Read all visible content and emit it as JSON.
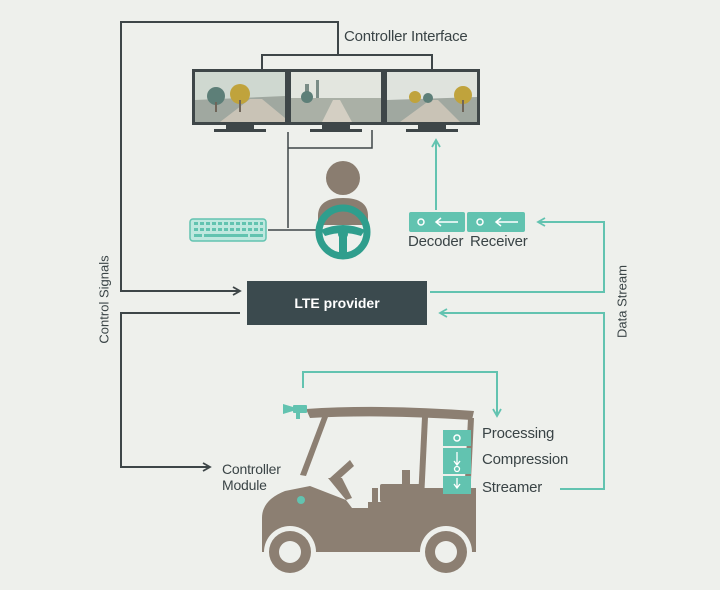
{
  "labels": {
    "controller_interface": "Controller Interface",
    "decoder": "Decoder",
    "receiver": "Receiver",
    "lte_provider": "LTE provider",
    "control_signals": "Control Signals",
    "data_stream": "Data Stream",
    "processing": "Processing",
    "compression": "Compression",
    "streamer": "Streamer",
    "controller_module_line1": "Controller",
    "controller_module_line2": "Module"
  },
  "colors": {
    "background": "#eef0ec",
    "dark_line": "#3e4648",
    "teal": "#62c3b0",
    "teal_dark": "#2f9e8d",
    "lte_box": "#3b4a4e",
    "cart_body": "#8c7f72",
    "head": "#8a7d70"
  }
}
